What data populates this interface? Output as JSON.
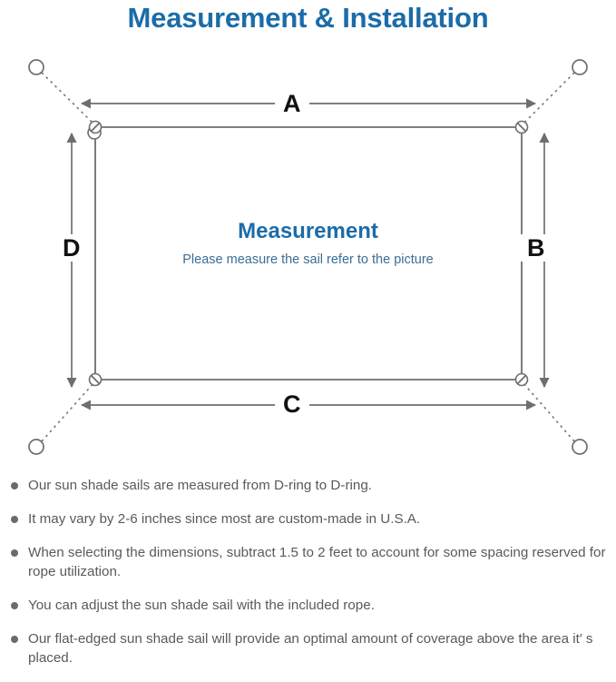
{
  "page": {
    "title": "Measurement & Installation"
  },
  "diagram": {
    "center_title": "Measurement",
    "center_subtitle": "Please measure the sail refer to the picture",
    "dimension_labels": [
      {
        "id": "A",
        "label": "A",
        "edge": "top",
        "orientation": "horizontal"
      },
      {
        "id": "B",
        "label": "B",
        "edge": "right",
        "orientation": "vertical"
      },
      {
        "id": "C",
        "label": "C",
        "edge": "bottom",
        "orientation": "horizontal"
      },
      {
        "id": "D",
        "label": "D",
        "edge": "left",
        "orientation": "vertical"
      }
    ],
    "sail": {
      "shape": "rectangle",
      "corner_hardware": "d-ring",
      "corner_count": 4
    },
    "anchors": {
      "count": 4,
      "shape": "circle",
      "connector": "dotted-rope"
    },
    "colors": {
      "title_blue": "#1B6CA8",
      "subtitle_blue": "#3C6E96",
      "line_gray": "#6E6E6E",
      "label_black": "#111111",
      "bullet_gray": "#6B6B6B",
      "note_text": "#5A5A5A"
    }
  },
  "notes": {
    "items": [
      "Our sun shade sails are measured from D-ring to D-ring.",
      "It may vary by 2-6 inches since most are custom-made in U.S.A.",
      "When selecting the dimensions, subtract 1.5 to 2 feet to account for some spacing reserved for rope utilization.",
      "You can adjust the sun shade sail with the included rope.",
      "Our flat-edged sun shade sail will provide an optimal amount of coverage above the area it′ s placed."
    ]
  }
}
